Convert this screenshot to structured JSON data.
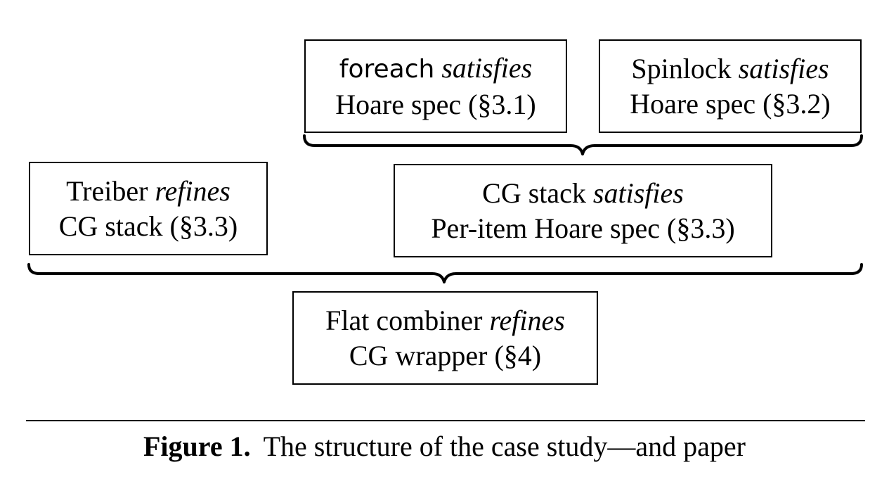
{
  "nodes": {
    "foreach": {
      "line1_subject": "foreach",
      "line1_relation": "satisfies",
      "line2": "Hoare spec (§3.1)"
    },
    "spinlock": {
      "line1_subject": "Spinlock",
      "line1_relation": "satisfies",
      "line2": "Hoare spec (§3.2)"
    },
    "treiber": {
      "line1_subject": "Treiber",
      "line1_relation": "refines",
      "line2": "CG stack (§3.3)"
    },
    "cg_stack": {
      "line1_subject": "CG stack",
      "line1_relation": "satisfies",
      "line2": "Per-item Hoare spec (§3.3)"
    },
    "flat_combiner": {
      "line1_subject": "Flat combiner",
      "line1_relation": "refines",
      "line2": "CG wrapper (§4)"
    }
  },
  "caption": {
    "label": "Figure 1.",
    "text": "The structure of the case study—and paper"
  },
  "colors": {
    "ink": "#000000",
    "background": "#ffffff"
  }
}
